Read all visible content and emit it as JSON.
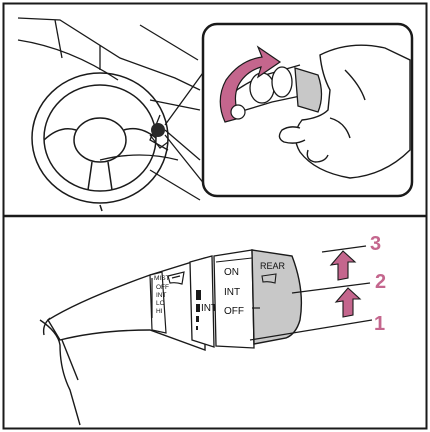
{
  "colors": {
    "accent": "#c4668d",
    "lever_knob": "#c8c8c8",
    "outline": "#1a1a1a"
  },
  "top_panel": {
    "icons": [
      "steering-wheel-icon",
      "dashboard-icon",
      "hand-icon",
      "rotation-arrow-icon"
    ]
  },
  "bottom_panel": {
    "left_band_markings": [
      "MIST",
      "OFF",
      "INT",
      "LO",
      "HI"
    ],
    "washer_symbol": "windshield-washer-icon",
    "mid_band_label": "INT",
    "ring_labels": [
      "ON",
      "INT",
      "OFF"
    ],
    "knob_label": "REAR",
    "knob_symbol": "rear-wiper-icon",
    "positions": [
      "3",
      "2",
      "1"
    ]
  }
}
